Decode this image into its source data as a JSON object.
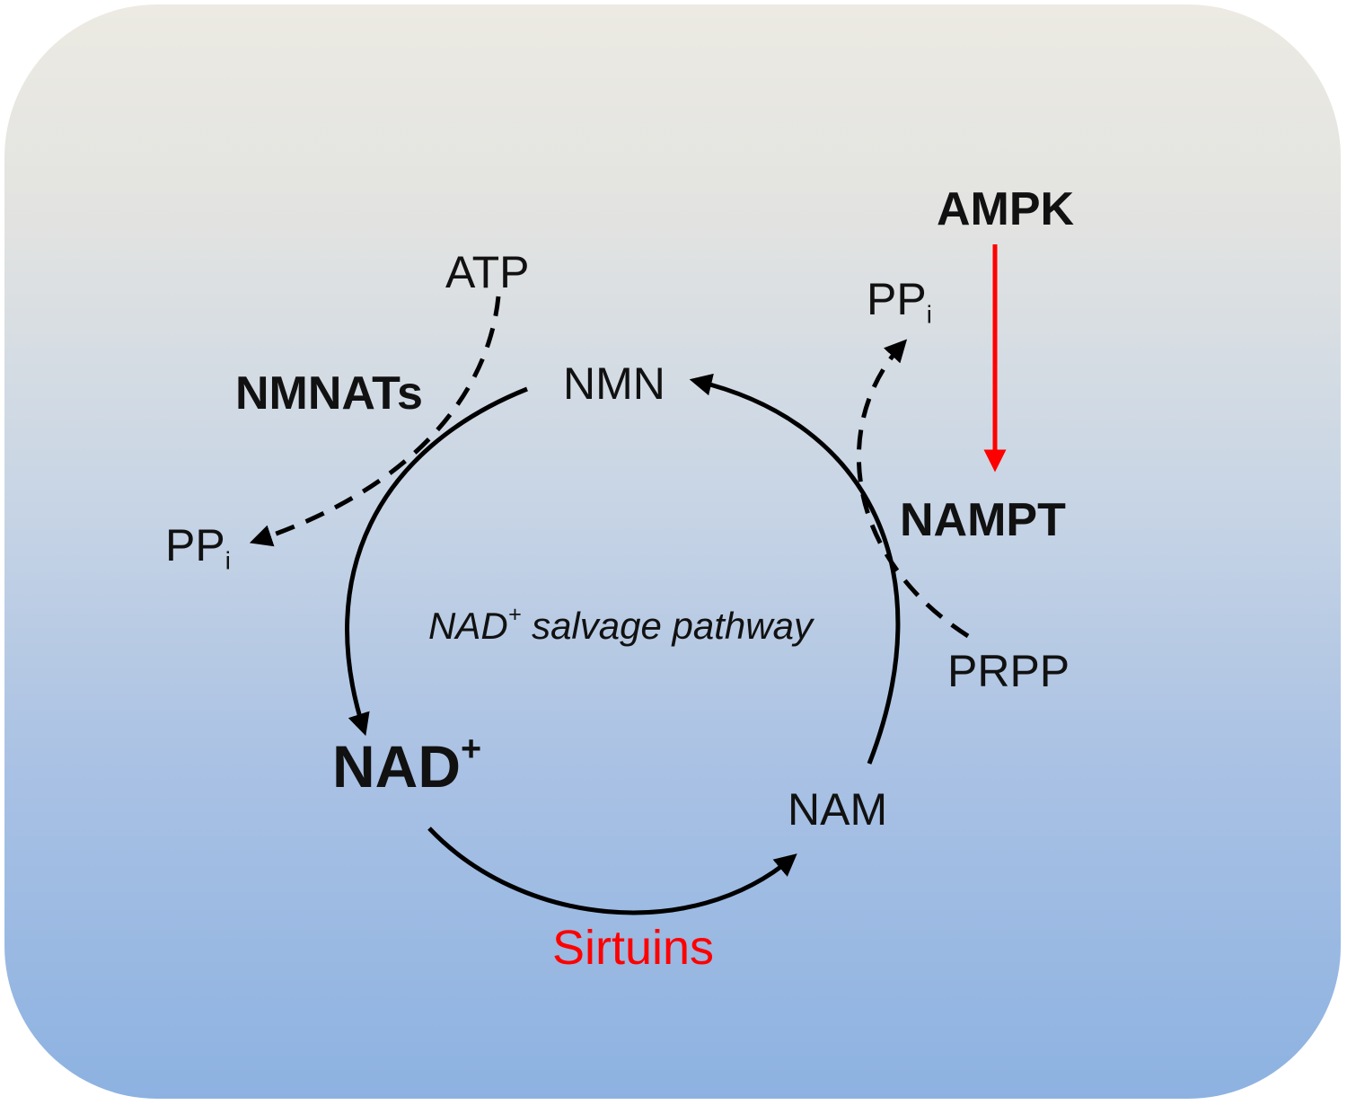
{
  "labels": {
    "atp": "ATP",
    "nmnats": "NMNATs",
    "nmn": "NMN",
    "ppi_left_base": "PP",
    "ppi_left_sub": "i",
    "ppi_right_base": "PP",
    "ppi_right_sub": "i",
    "ampk": "AMPK",
    "nampt": "NAMPT",
    "prpp": "PRPP",
    "nad_base": "NAD",
    "nad_sup": "+",
    "nam": "NAM",
    "sirtuins": "Sirtuins",
    "center_base": "NAD",
    "center_sup": "+",
    "center_rest": " salvage pathway"
  },
  "colors": {
    "arrow": "#000000",
    "activation_arrow": "#ff0000",
    "sirtuins_text": "#ff0000",
    "text": "#111111"
  }
}
